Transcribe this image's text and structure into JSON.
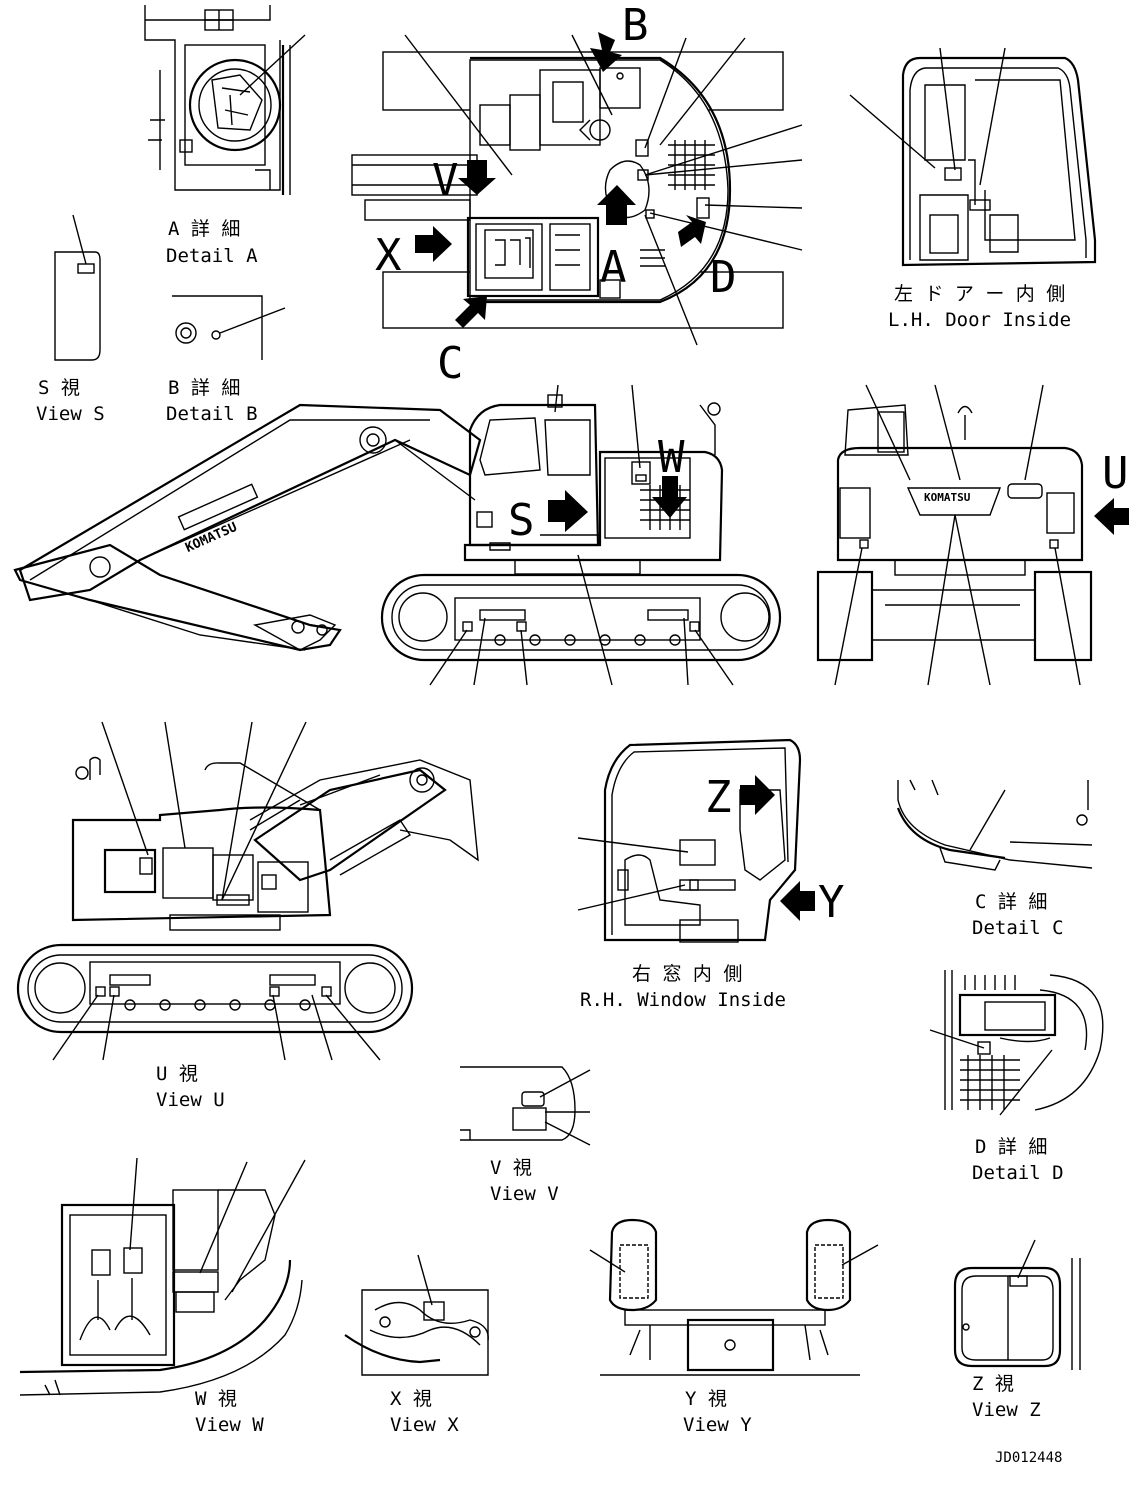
{
  "drawing_code": "JD012448",
  "letters": {
    "B": "B",
    "C": "C",
    "D": "D",
    "A": "A",
    "X": "X",
    "V": "V",
    "S": "S",
    "W": "W",
    "U": "U",
    "Z": "Z",
    "Y": "Y"
  },
  "captions": {
    "detail_a_jp": "A 詳 細",
    "detail_a_en": "Detail A",
    "view_s_jp": "S  視",
    "view_s_en": "View S",
    "detail_b_jp": "B 詳 細",
    "detail_b_en": "Detail B",
    "lh_door_jp": "左 ド ア ー 内 側",
    "lh_door_en": "L.H. Door Inside",
    "rh_window_jp": "右 窓 内 側",
    "rh_window_en": "R.H. Window Inside",
    "detail_c_jp": "C 詳 細",
    "detail_c_en": "Detail C",
    "view_u_jp": "U  視",
    "view_u_en": "View U",
    "view_v_jp": "V  視",
    "view_v_en": "View V",
    "detail_d_jp": "D 詳 細",
    "detail_d_en": "Detail D",
    "view_w_jp": "W  視",
    "view_w_en": "View W",
    "view_x_jp": "X  視",
    "view_x_en": "View X",
    "view_y_jp": "Y  視",
    "view_y_en": "View Y",
    "view_z_jp": "Z  視",
    "view_z_en": "View Z"
  },
  "brand_lettering": "KOMATSU"
}
